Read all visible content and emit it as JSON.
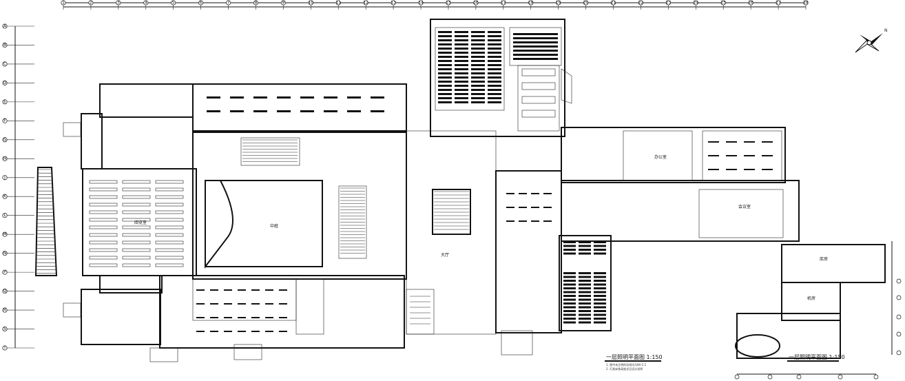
{
  "drawing": {
    "main_title": "一层照明平面图 1:150",
    "annex_title": "一层照明平面图 1:150",
    "north_label": "N"
  },
  "rooms": [
    {
      "key": "left_hall",
      "label": "阅览室"
    },
    {
      "key": "courtyard",
      "label": "中庭"
    },
    {
      "key": "stair_hall",
      "label": "大厅"
    },
    {
      "key": "east_office_1",
      "label": "办公室"
    },
    {
      "key": "east_office_2",
      "label": "会议室"
    },
    {
      "key": "annex_room_1",
      "label": "库房"
    },
    {
      "key": "annex_room_2",
      "label": "机房"
    }
  ],
  "notes": [
    "1. 图中未注明的导线均为BV-2.5",
    "2. 灯具安装高度详见设计说明"
  ],
  "grid_top": [
    "1",
    "2",
    "3",
    "4",
    "5",
    "6",
    "7",
    "8",
    "9",
    "10",
    "11",
    "12",
    "13",
    "14",
    "15",
    "16",
    "17",
    "18",
    "19",
    "20",
    "21",
    "22",
    "23",
    "24",
    "25",
    "26",
    "27",
    "28"
  ],
  "grid_left": [
    "A",
    "B",
    "C",
    "D",
    "E",
    "F",
    "G",
    "H",
    "J",
    "K",
    "L",
    "M",
    "N",
    "P",
    "Q",
    "R",
    "S",
    "T"
  ],
  "grid_right": [
    "a",
    "b",
    "c",
    "d",
    "e"
  ],
  "grid_bottom": [
    "1",
    "2",
    "3",
    "4",
    "5"
  ],
  "colors": {
    "line": "#111111",
    "background": "#ffffff"
  }
}
